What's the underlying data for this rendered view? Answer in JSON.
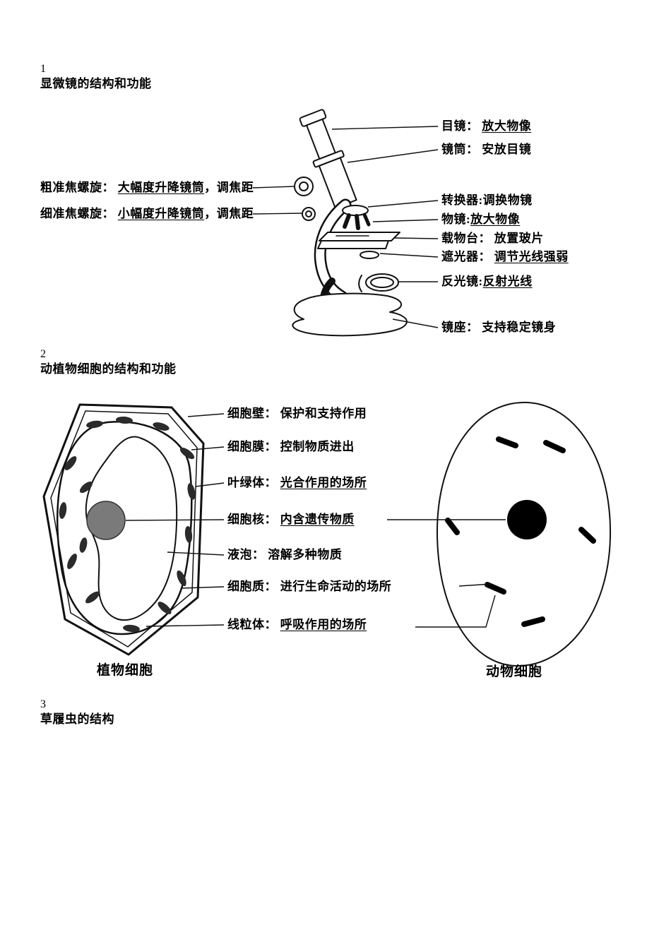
{
  "page": {
    "background": "#ffffff",
    "ink": "#000000",
    "chloroplast_color": "#2b2b2b",
    "nucleus_gray": "#7a7a7a",
    "nucleus_black": "#000000"
  },
  "s1": {
    "number": "1",
    "title": "显微镜的结构和功能",
    "left_labels": [
      {
        "name": "粗准焦螺旋： ",
        "desc_u": "大幅度升降镜筒",
        "desc_rest": "，调焦距"
      },
      {
        "name": "细准焦螺旋： ",
        "desc_u": "小幅度升降镜筒",
        "desc_rest": "，调焦距"
      }
    ],
    "right_labels": [
      {
        "name": "目镜： ",
        "desc": "放大物像"
      },
      {
        "name": "镜筒： ",
        "desc": "安放目镜"
      },
      {
        "name": "转换器:",
        "desc": "调换物镜"
      },
      {
        "name": "物镜:",
        "desc": "放大物像"
      },
      {
        "name": "载物台： ",
        "desc": "放置玻片"
      },
      {
        "name": "遮光器： ",
        "desc": "调节光线强弱"
      },
      {
        "name": "反光镜:",
        "desc": "反射光线"
      },
      {
        "name": "镜座： ",
        "desc": "支持稳定镜身"
      }
    ]
  },
  "s2": {
    "number": "2",
    "title": "动植物细胞的结构和功能",
    "labels": [
      {
        "name": "细胞壁： ",
        "desc": "保护和支持作用"
      },
      {
        "name": "细胞膜： ",
        "desc": "控制物质进出"
      },
      {
        "name": "叶绿体： ",
        "desc": "光合作用的场所"
      },
      {
        "name": "细胞核： ",
        "desc": "内含遗传物质"
      },
      {
        "name": "液泡： ",
        "desc": "溶解多种物质"
      },
      {
        "name": "细胞质： ",
        "desc": "进行生命活动的场所"
      },
      {
        "name": "线粒体： ",
        "desc": "呼吸作用的场所"
      }
    ],
    "plant_caption": "植物细胞",
    "animal_caption": "动物细胞"
  },
  "s3": {
    "number": "3",
    "title": "草履虫的结构"
  }
}
